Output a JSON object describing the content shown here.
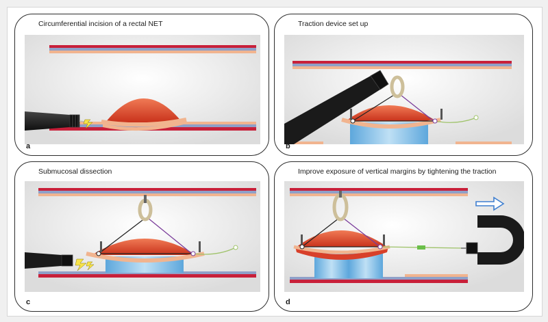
{
  "panels": [
    {
      "letter": "a",
      "caption": "Circumferential incision of a rectal NET"
    },
    {
      "letter": "b",
      "caption": "Traction device set up"
    },
    {
      "letter": "c",
      "caption": "Submucosal dissection"
    },
    {
      "letter": "d",
      "caption": "Improve exposure of vertical margins by tightening the traction"
    }
  ],
  "colors": {
    "wall_red": "#c8203a",
    "wall_blue": "#8fa0c8",
    "wall_peach": "#f1b48f",
    "tumor": "#e24a2e",
    "endoscope": "#1c1c1c",
    "muscle_blue": "#8ec3e8",
    "arrow": "#3f7fd0"
  }
}
